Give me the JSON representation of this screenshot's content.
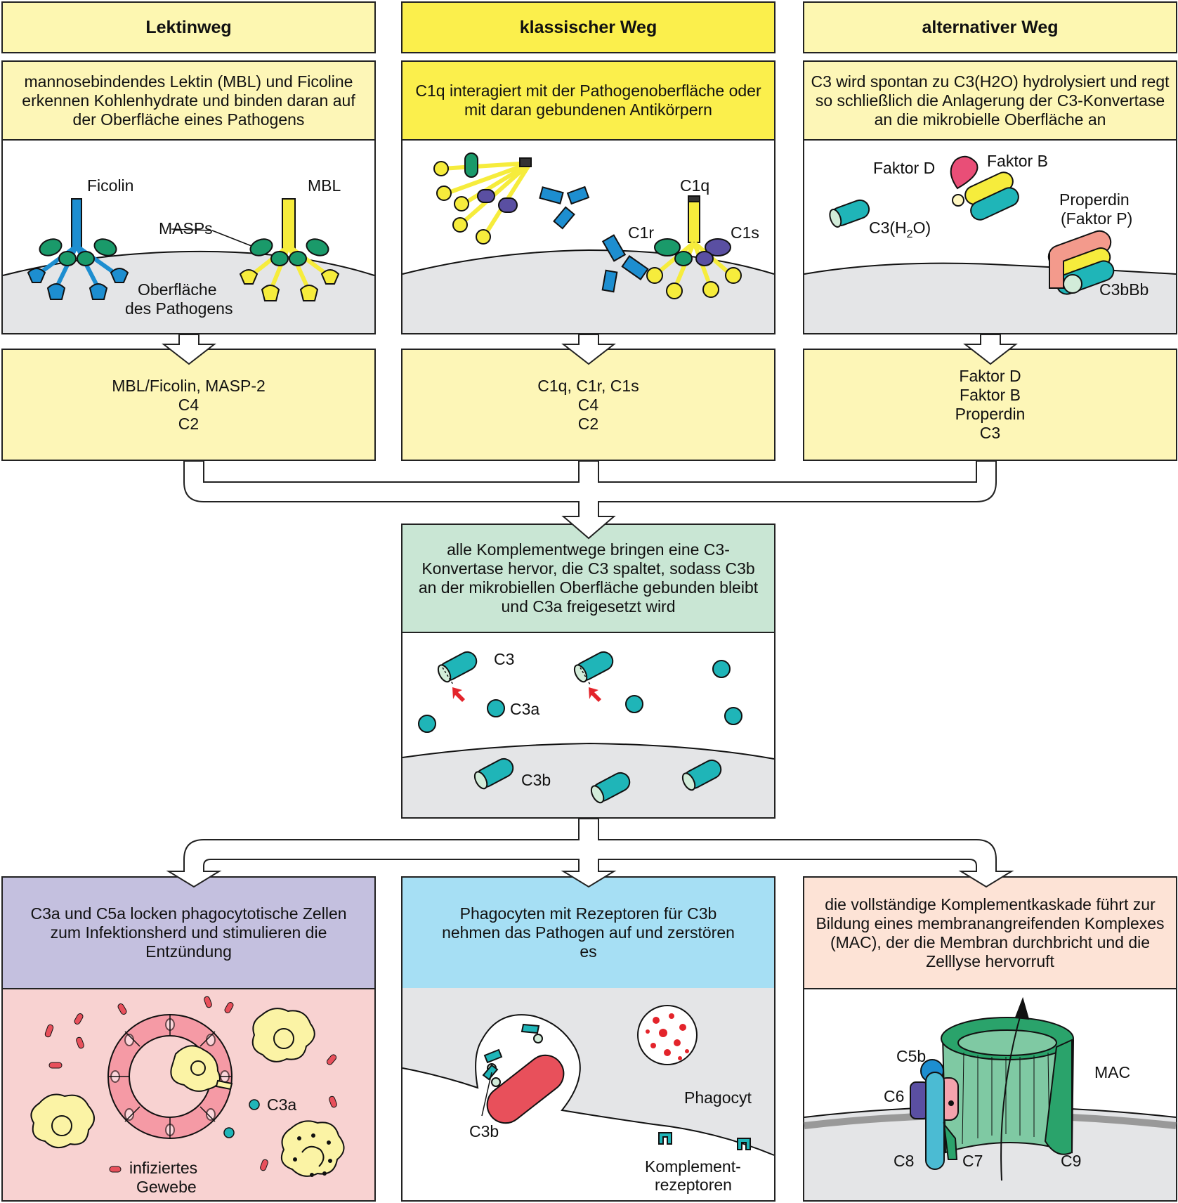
{
  "columns": [
    {
      "header": "Lektinweg",
      "description": "mannosebindendes Lektin (MBL) und Ficoline erkennen Kohlenhydrate und binden daran auf der Oberfläche eines Pathogens",
      "components": [
        "MBL/Ficolin, MASP-2",
        "C4",
        "C2"
      ]
    },
    {
      "header": "klassischer Weg",
      "description": "C1q interagiert mit der Pathogenoberfläche oder mit daran gebundenen Antikörpern",
      "components": [
        "C1q, C1r, C1s",
        "C4",
        "C2"
      ]
    },
    {
      "header": "alternativer Weg",
      "description": "C3 wird spontan zu C3(H2O) hydrolysiert und regt so schließlich die Anlagerung der C3-Konvertase an die mikrobielle Oberfläche an",
      "components": [
        "Faktor D",
        "Faktor B",
        "Properdin",
        "C3"
      ]
    }
  ],
  "panel_labels": {
    "lectin": {
      "ficolin": "Ficolin",
      "mbl": "MBL",
      "masps": "MASPs",
      "surface_1": "Oberfläche",
      "surface_2": "des Pathogens"
    },
    "classical": {
      "c1q": "C1q",
      "c1r": "C1r",
      "c1s": "C1s"
    },
    "alternative": {
      "factor_d": "Faktor D",
      "factor_b": "Faktor B",
      "c3h2o": "C3(H",
      "c3h2o_sub": "2",
      "c3h2o_end": "O)",
      "properdin_1": "Properdin",
      "properdin_2": "(Faktor P)",
      "c3bbb": "C3bBb"
    }
  },
  "convergence": {
    "description": "alle Komplementwege bringen eine C3-Konvertase hervor, die C3 spaltet, sodass C3b an der mikrobiellen Oberfläche gebunden bleibt und C3a freigesetzt wird",
    "labels": {
      "c3": "C3",
      "c3a": "C3a",
      "c3b": "C3b"
    }
  },
  "outcomes": [
    {
      "description": "C3a und C5a locken phagocytotische Zellen zum Infektionsherd und stimulieren die Entzündung",
      "labels": {
        "c3a": "C3a",
        "tissue_1": "infiziertes",
        "tissue_2": "Gewebe"
      }
    },
    {
      "description": "Phagocyten mit Rezeptoren für C3b nehmen das Pathogen auf und zerstören es",
      "labels": {
        "c3b": "C3b",
        "phagocyte": "Phagocyt",
        "receptors_1": "Komplement-",
        "receptors_2": "rezeptoren"
      }
    },
    {
      "description": "die vollständige Komplementkaskade führt zur Bildung eines membranangreifenden Komplexes (MAC), der die Membran durchbricht und die Zelllyse hervorruft",
      "labels": {
        "c5b": "C5b",
        "c6": "C6",
        "c7": "C7",
        "c8": "C8",
        "c9": "C9",
        "mac": "MAC"
      }
    }
  ],
  "colors": {
    "header_yellow_light": "#fdf7b1",
    "header_yellow_bright": "#fbef4c",
    "panel_yellow": "#fdf6b7",
    "green_box": "#c9e6d4",
    "purple_box": "#c4c0df",
    "blue_box": "#a6dff4",
    "peach_box": "#fde3d6",
    "pink_panel": "#f8d2d1",
    "surface_grey": "#e4e5e7",
    "teal": "#1fb5b8",
    "blue_molecule": "#1d8ed0",
    "green_molecule": "#1a9a6a",
    "yellow_molecule": "#f6ec3c",
    "purple_molecule": "#5a4fa2",
    "red_bacterium": "#e8505b"
  }
}
